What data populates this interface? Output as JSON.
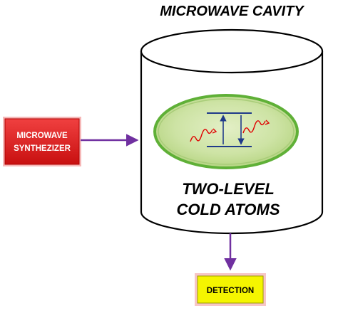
{
  "diagram": {
    "cavity_title": "MICROWAVE CAVITY",
    "atoms_label_line1": "TWO-LEVEL",
    "atoms_label_line2": "COLD ATOMS",
    "synthesizer_line1": "MICROWAVE",
    "synthesizer_line2": "SYNTHEZIZER",
    "detection_label": "DETECTION"
  },
  "colors": {
    "arrow": "#7030a0",
    "synthesizer_fill": "#e41b1b",
    "synthesizer_text": "#ffffff",
    "detection_fill": "#f5f500",
    "detection_border": "#f08080",
    "cloud_fill": "#c4dd98",
    "cloud_ring": "#5fb037",
    "level_lines": "#1f3a8a",
    "photon_wave": "#e00000"
  }
}
